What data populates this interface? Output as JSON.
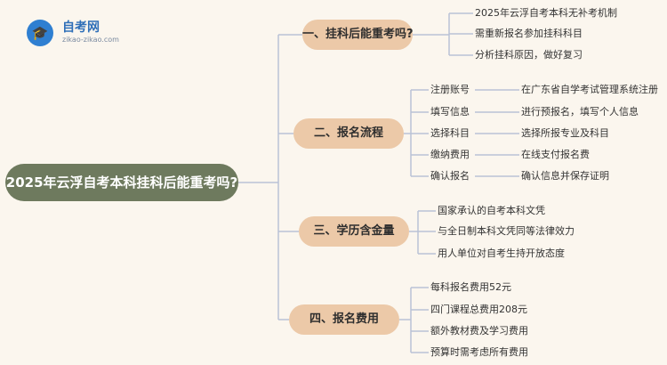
{
  "logo": {
    "icon": "graduation-cap-icon",
    "name": "自考网",
    "url": "zikao-zikao.com"
  },
  "root": "2025年云浮自考本科挂科后能重考吗?",
  "sections": [
    {
      "title": "一、挂科后能重考吗?",
      "items": [
        "2025年云浮自考本科无补考机制",
        "需重新报名参加挂科科目",
        "分析挂科原因，做好复习"
      ]
    },
    {
      "title": "二、报名流程",
      "steps": [
        {
          "label": "注册账号",
          "detail": "在广东省自学考试管理系统注册"
        },
        {
          "label": "填写信息",
          "detail": "进行预报名，填写个人信息"
        },
        {
          "label": "选择科目",
          "detail": "选择所报专业及科目"
        },
        {
          "label": "缴纳费用",
          "detail": "在线支付报名费"
        },
        {
          "label": "确认报名",
          "detail": "确认信息并保存证明"
        }
      ]
    },
    {
      "title": "三、学历含金量",
      "items": [
        "国家承认的自考本科文凭",
        "与全日制本科文凭同等法律效力",
        "用人单位对自考生持开放态度"
      ]
    },
    {
      "title": "四、报名费用",
      "items": [
        "每科报名费用52元",
        "四门课程总费用208元",
        "额外教材费及学习费用",
        "预算时需考虑所有费用"
      ]
    }
  ],
  "colors": {
    "background": "#fbf6ee",
    "root": "#6e7a5e",
    "section": "#ecc9a8",
    "line": "#b9c2d6",
    "logo": "#2f7fd1"
  }
}
